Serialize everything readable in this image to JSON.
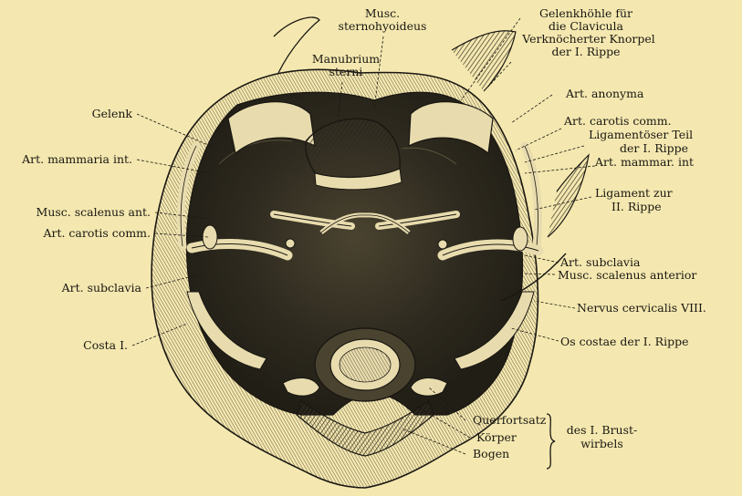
{
  "figure": {
    "labels": {
      "musc_sternohyoideus_1": "Musc.",
      "musc_sternohyoideus_2": "sternohyoideus",
      "manubrium_1": "Manubrium",
      "manubrium_2": "sterni",
      "gelenkhoehle_1": "Gelenkhöhle für",
      "gelenkhoehle_2": "die Clavicula",
      "verknoecherter_1": "Verknöcherter Knorpel",
      "verknoecherter_2": "der I. Rippe",
      "art_anonyma": "Art. anonyma",
      "gelenk": "Gelenk",
      "art_carotis_comm_right": "Art. carotis comm.",
      "ligamentoeser_1": "Ligamentöser Teil",
      "ligamentoeser_2": "der I. Rippe",
      "art_mammaria_int": "Art. mammaria int.",
      "art_mammar_int": "Art. mammar. int",
      "ligament_zur_1": "Ligament zur",
      "ligament_zur_2": "II. Rippe",
      "musc_scalenus_ant": "Musc. scalenus ant.",
      "art_carotis_comm_left": "Art. carotis comm.",
      "art_subclavia_right": "Art. subclavia",
      "musc_scalenus_anterior": "Musc. scalenus anterior",
      "art_subclavia_left": "Art. subclavia",
      "nervus_cervicalis": "Nervus cervicalis VIII.",
      "costa_i": "Costa I.",
      "os_costae": "Os costae der I. Rippe",
      "querfortsatz": "Querfortsatz",
      "koerper": "Körper",
      "bogen": "Bogen",
      "des_brust_1": "des I. Brust-",
      "des_brust_2": "wirbels"
    },
    "colors": {
      "paper": "#f4e8b0",
      "ink": "#1a1712",
      "dark_tissue": "#2c2820",
      "mid_tissue": "#6b6046",
      "bone": "#e8dcae"
    }
  }
}
